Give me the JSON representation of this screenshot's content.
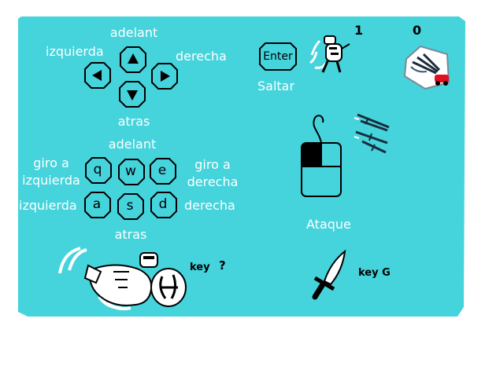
{
  "scores": {
    "left": "1",
    "right": "0"
  },
  "arrows": {
    "up": "adelant",
    "left": "izquierda",
    "right": "derecha",
    "down": "atras"
  },
  "wasd": {
    "up": "adelant",
    "rotate_left": "giro a\nizquierda",
    "rotate_right": "giro a\nderecha",
    "left": "izquierda",
    "right": "derecha",
    "down": "atras",
    "keys": {
      "q": "q",
      "w": "w",
      "e": "e",
      "a": "a",
      "s": "s",
      "d": "d"
    }
  },
  "jump": {
    "key": "Enter",
    "label": "Saltar"
  },
  "attack": {
    "label": "Ataque"
  },
  "special": {
    "key": "key",
    "key_glyph": "?"
  },
  "knife": {
    "key": "key G"
  },
  "colors": {
    "background": "#45d3dc",
    "text": "#ffffff",
    "key_outline": "#000000"
  }
}
